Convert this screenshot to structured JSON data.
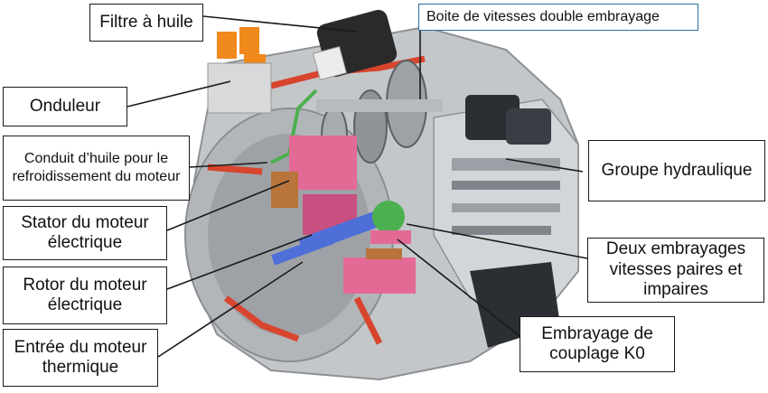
{
  "labels": {
    "oil_filter": "Filtre à huile",
    "dct": "Boite de vitesses double embrayage",
    "inverter": "Onduleur",
    "oil_conduit": "Conduit d’huile pour le refroidissement du moteur",
    "hydraulic": "Groupe hydraulique",
    "stator": "Stator du moteur électrique",
    "rotor": "Rotor du moteur électrique",
    "dual_clutch": "Deux embrayages vitesses paires et impaires",
    "k0": "Embrayage de couplage K0",
    "engine_input": "Entrée du moteur thermique"
  },
  "colors": {
    "casing": "#b9bcbf",
    "cutaway_red": "#d8452e",
    "oil_line": "#4caf50",
    "connector": "#f08a1c",
    "stator_pink": "#e46a96",
    "shaft_blue": "#4f6fd8",
    "copper": "#b8743a",
    "hydraulic_dark": "#2b2e33"
  }
}
